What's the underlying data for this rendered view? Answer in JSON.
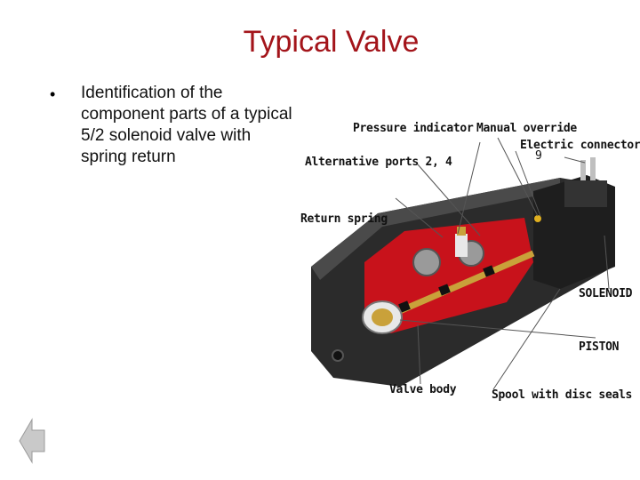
{
  "slide": {
    "title": "Typical Valve",
    "bullet_marker": "•",
    "bullet_text": "Identification of the\ncomponent parts of a typical\n5/2 solenoid valve with\nspring return"
  },
  "diagram": {
    "labels": {
      "pressure_indicator": "Pressure indicator",
      "manual_override": "Manual override",
      "electric_connectors": "Electric connectors",
      "electric_connectors_num": "9",
      "alternative_ports": "Alternative ports 2, 4",
      "return_spring": "Return spring",
      "solenoid": "SOLENOID",
      "piston": "PISTON",
      "valve_body": "Valve body",
      "spool": "Spool with disc seals"
    },
    "colors": {
      "body_dark": "#2b2b2b",
      "body_red": "#c8121b",
      "spool_brass": "#c9a13a",
      "spring_white": "#e8e8e8"
    }
  },
  "nav": {
    "back_icon": "back-arrow-icon"
  }
}
